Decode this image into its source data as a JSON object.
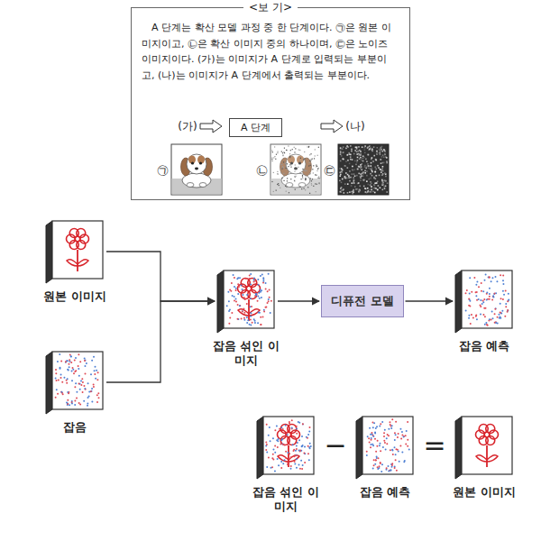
{
  "diagram": {
    "nodes": [
      {
        "text": [
          "<보 기>",
          "A 단계는 확산 모델 과정 중 한 단계이다. ㉠은 원본 이미지이고, ㉡은 확산 이미지 중의 하나이며, ㉢은 노이즈 이미지이다. (가)는 이미지가 A 단계로 입력되는 부분이고, (나)는 이미지가 A 단계에서 출력되는 부분이다."
        ]
      },
      {
        "text": [
          "A 단계"
        ],
        "in": 0
      },
      {
        "text": [
          "원본 이미지"
        ]
      },
      {
        "text": [
          "잡음"
        ]
      },
      {
        "text": [
          "잡음 섞인 이미지"
        ]
      },
      {
        "text": [
          "디퓨전 모델"
        ]
      },
      {
        "text": [
          "잡음 예측"
        ]
      },
      {
        "text": [
          "잡음 섞인 이미지"
        ]
      },
      {
        "text": [
          "잡음 예측"
        ]
      },
      {
        "text": [
          "원본 이미지"
        ]
      }
    ],
    "edges": [
      {
        "from": 2,
        "to": 4,
        "arrow": "to"
      },
      {
        "from": 3,
        "to": 4,
        "arrow": "to"
      },
      {
        "from": 4,
        "to": 5,
        "arrow": "to"
      },
      {
        "from": 5,
        "to": 6,
        "arrow": "to"
      }
    ],
    "labels": [
      "(가)",
      "(나)",
      "㉠",
      "㉡",
      "㉢",
      "−",
      "="
    ]
  }
}
